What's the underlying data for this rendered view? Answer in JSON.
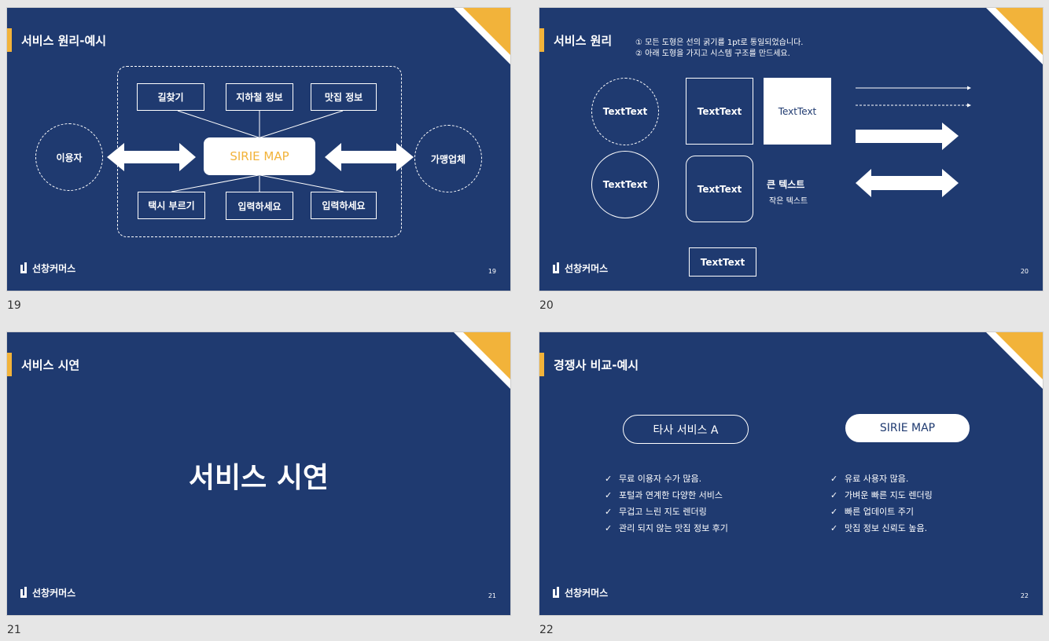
{
  "colors": {
    "slide_bg": "#1f3a70",
    "accent": "#f2b33a",
    "white": "#ffffff",
    "canvas_bg": "#e6e6e6"
  },
  "slides": [
    {
      "number": "19",
      "page_number": "19",
      "title": "서비스 원리-예시",
      "logo": "선창커머스",
      "center": "SIRIE MAP",
      "left_circle": "이용자",
      "right_circle": "가맹업체",
      "top_boxes": [
        "길찾기",
        "지하철 정보",
        "맛집 정보"
      ],
      "bottom_boxes": [
        "택시 부르기",
        "입력하세요",
        "입력하세요"
      ]
    },
    {
      "number": "20",
      "page_number": "20",
      "title": "서비스 원리",
      "logo": "선창커머스",
      "notes": [
        "①  모든 도형은 선의 굵기를 1pt로 통일되었습니다.",
        "②  아래 도형을 가지고 시스템 구조를 만드세요."
      ],
      "shapes": [
        "TextText",
        "TextText",
        "TextText",
        "TextText",
        "TextText",
        "TextText"
      ],
      "big_text": "큰 텍스트",
      "small_text": "작은 텍스트"
    },
    {
      "number": "21",
      "page_number": "21",
      "title": "서비스 시연",
      "logo": "선창커머스",
      "main": "서비스 시연"
    },
    {
      "number": "22",
      "page_number": "22",
      "title": "경쟁사 비교-예시",
      "logo": "선창커머스",
      "left_label": "타사 서비스 A",
      "right_label": "SIRIE MAP",
      "left_items": [
        "무료 이용자 수가 많음.",
        "포털과 연계한 다양한 서비스",
        "무겁고 느린 지도 렌더링",
        "관리 되지 않는 맛집 정보 후기"
      ],
      "right_items": [
        "유료 사용자 많음.",
        "가벼운 빠른 지도 렌더링",
        "빠른 업데이트 주기",
        "맛집 정보 신뢰도 높음."
      ],
      "check": "✓"
    }
  ]
}
